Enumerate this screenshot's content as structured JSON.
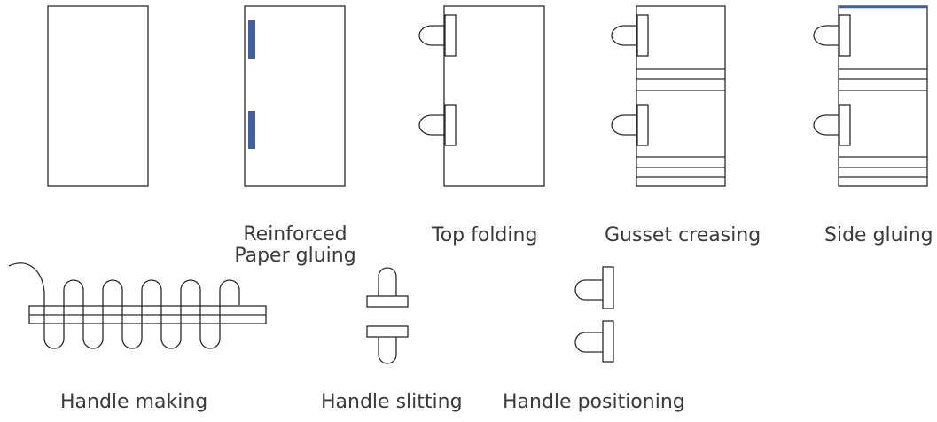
{
  "steps": [
    {
      "label_lines": [
        "Reinforced",
        "Paper gluing"
      ]
    },
    {
      "label": "Top folding"
    },
    {
      "label": "Gusset creasing"
    },
    {
      "label": "Side gluing"
    }
  ],
  "handle_steps": [
    {
      "label": "Handle making"
    },
    {
      "label": "Handle slitting"
    },
    {
      "label": "Handle positioning"
    }
  ],
  "colors": {
    "line": "#2a2a2a",
    "reinforcement": "#3f5fa8",
    "label": "#3a3a3a"
  }
}
